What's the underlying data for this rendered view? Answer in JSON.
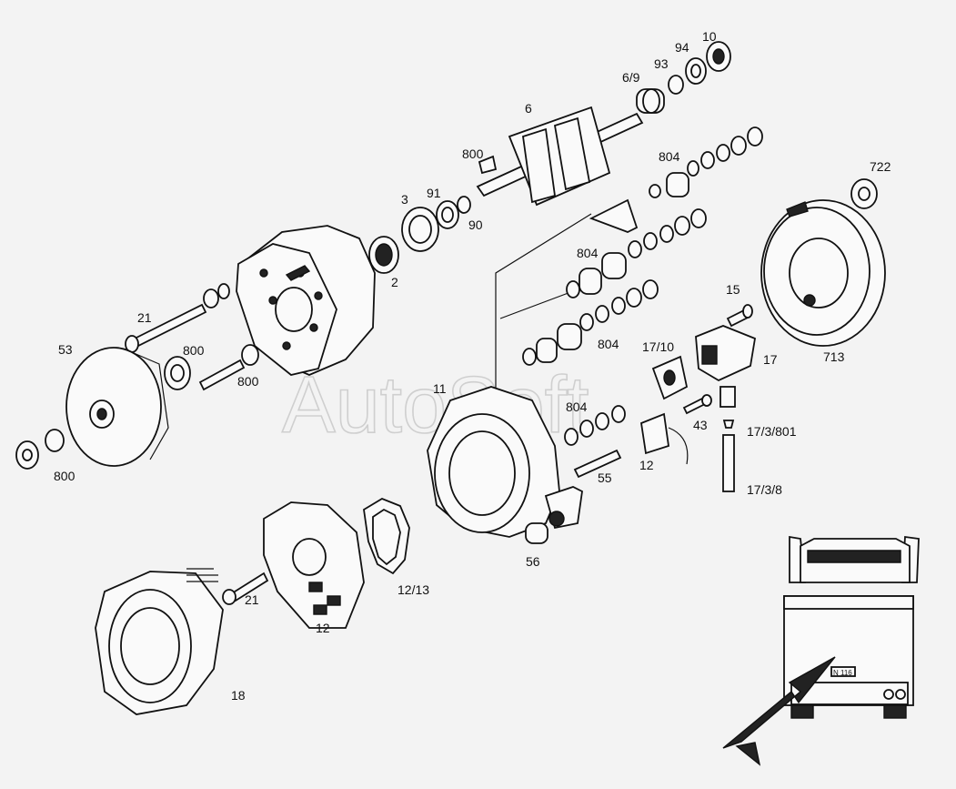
{
  "watermark": "AutoSoft",
  "labels": {
    "l10": "10",
    "l94": "94",
    "l93": "93",
    "l69": "6/9",
    "l6": "6",
    "l800a": "800",
    "l804a": "804",
    "l722": "722",
    "l3": "3",
    "l91": "91",
    "l90": "90",
    "l2": "2",
    "l804b": "804",
    "l15": "15",
    "l21a": "21",
    "l53": "53",
    "l800b": "800",
    "l800c": "800",
    "l804c": "804",
    "l1710": "17/10",
    "l17": "17",
    "l713": "713",
    "l11": "11",
    "l804d": "804",
    "l43": "43",
    "l173801": "17/3/801",
    "l800d": "800",
    "l55": "55",
    "l12a": "12",
    "l1738": "17/3/8",
    "l56": "56",
    "l1213": "12/13",
    "l21b": "21",
    "l12b": "12",
    "l18": "18"
  },
  "vehicle_plate": "N 116"
}
